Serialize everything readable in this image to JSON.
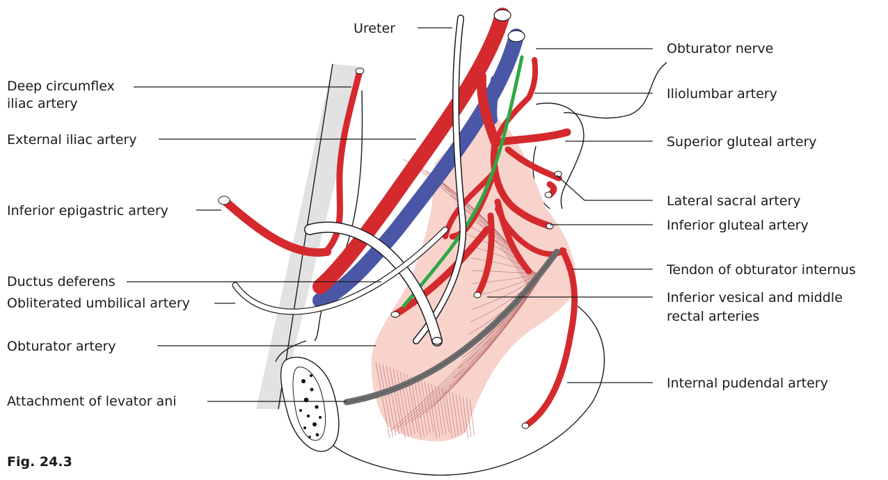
{
  "figure_caption": "Fig. 24.3",
  "colors": {
    "artery": "#d42a2e",
    "vein": "#4a57a6",
    "nerve": "#2fa844",
    "ureter": "#ffffff",
    "muscle": "#f8d3cc",
    "tendon": "#6d6d6d",
    "bone_band": "#e2e2e2"
  },
  "labels": {
    "left": [
      {
        "id": "deep-circumflex",
        "lines": [
          "Deep circumflex",
          "iliac artery"
        ]
      },
      {
        "id": "external-iliac",
        "lines": [
          "External iliac artery"
        ]
      },
      {
        "id": "inferior-epigastric",
        "lines": [
          "Inferior epigastric artery"
        ]
      },
      {
        "id": "ductus-deferens",
        "lines": [
          "Ductus deferens"
        ]
      },
      {
        "id": "obliterated-umbilical",
        "lines": [
          "Obliterated umbilical artery"
        ]
      },
      {
        "id": "obturator-artery",
        "lines": [
          "Obturator artery"
        ]
      },
      {
        "id": "levator-ani",
        "lines": [
          "Attachment of levator ani"
        ]
      }
    ],
    "top": [
      {
        "id": "ureter",
        "lines": [
          "Ureter"
        ]
      }
    ],
    "right": [
      {
        "id": "obturator-nerve",
        "lines": [
          "Obturator nerve"
        ]
      },
      {
        "id": "iliolumbar",
        "lines": [
          "Iliolumbar artery"
        ]
      },
      {
        "id": "superior-gluteal",
        "lines": [
          "Superior gluteal artery"
        ]
      },
      {
        "id": "lateral-sacral",
        "lines": [
          "Lateral sacral artery"
        ]
      },
      {
        "id": "inferior-gluteal",
        "lines": [
          "Inferior gluteal artery"
        ]
      },
      {
        "id": "tendon-obturator",
        "lines": [
          "Tendon of obturator internus"
        ]
      },
      {
        "id": "inferior-vesical",
        "lines": [
          "Inferior vesical and middle",
          "rectal arteries"
        ]
      },
      {
        "id": "internal-pudendal",
        "lines": [
          "Internal pudendal artery"
        ]
      }
    ]
  }
}
